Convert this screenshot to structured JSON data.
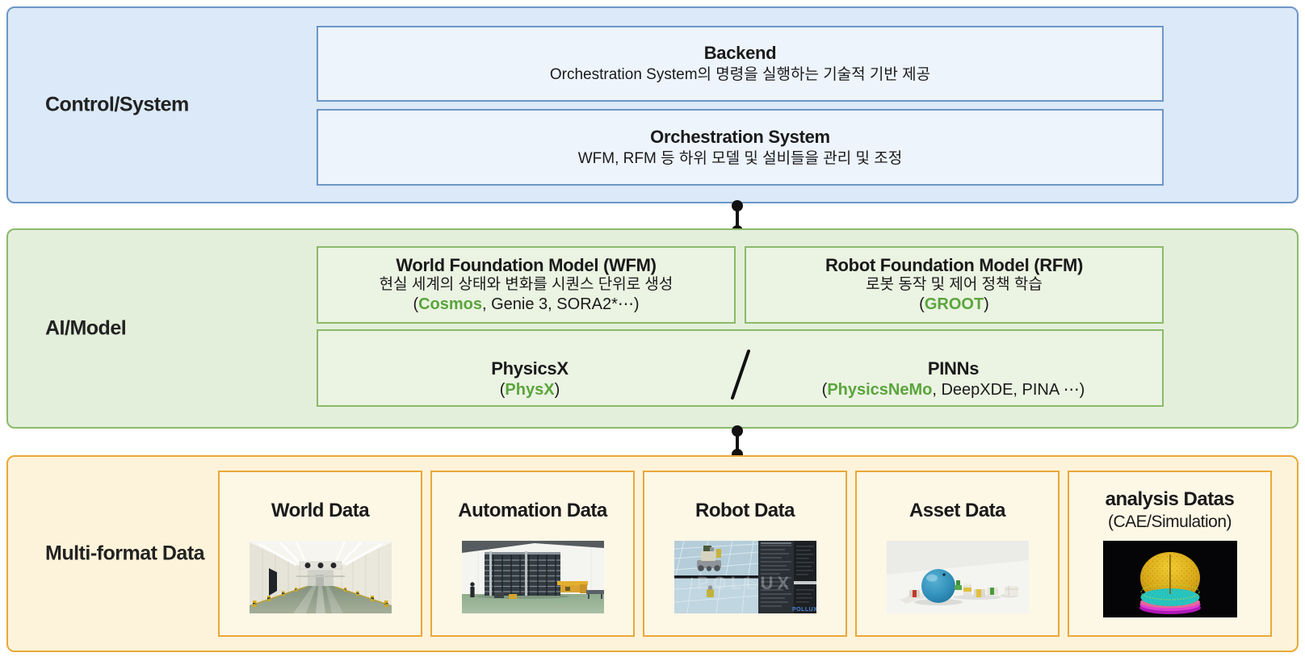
{
  "colors": {
    "blue_band_bg": "#dbe9f8",
    "blue_border": "#6d96c6",
    "blue_box_bg": "#edf4fc",
    "green_band_bg": "#e3efdb",
    "green_border": "#8bba6b",
    "green_box_bg": "#ebf3e2",
    "orange_band_bg": "#fdf3da",
    "orange_border": "#e9a838",
    "orange_box_bg": "#fdf7e6",
    "highlight_green": "#5aa53c"
  },
  "control_system": {
    "label": "Control/System",
    "backend": {
      "title": "Backend",
      "desc": "Orchestration System의 명령을 실행하는 기술적 기반 제공"
    },
    "orchestration": {
      "title": "Orchestration System",
      "desc": "WFM, RFM 등 하위 모델 및 설비들을 관리 및 조정"
    }
  },
  "ai_model": {
    "label": "AI/Model",
    "wfm": {
      "title": "World Foundation Model (WFM)",
      "desc": "현실 세계의 상태와 변화를 시퀀스 단위로 생성",
      "paren_open": "(",
      "highlight": "Cosmos",
      "paren_rest": ", Genie 3, SORA2*⋯)"
    },
    "rfm": {
      "title": "Robot Foundation Model (RFM)",
      "desc": "로봇 동작 및 제어 정책 학습",
      "paren_open": "(",
      "highlight": "GROOT",
      "paren_rest": ")"
    },
    "physics": {
      "left": {
        "title": "PhysicsX",
        "paren_open": "(",
        "highlight": "PhysX",
        "paren_rest": ")"
      },
      "divider": "/",
      "right": {
        "title": "PINNs",
        "paren_open": "(",
        "highlight": "PhysicsNeMo",
        "paren_rest": ", DeepXDE, PINA ⋯)"
      }
    }
  },
  "multi_format_data": {
    "label": "Multi-format Data",
    "items": [
      {
        "title": "World Data",
        "image": "warehouse-corridor-render"
      },
      {
        "title": "Automation Data",
        "image": "automated-storage-facility"
      },
      {
        "title": "Robot Data",
        "image": "robot-simulation-software",
        "watermark": "POLLUX",
        "logo": "POLLUX"
      },
      {
        "title": "Asset Data",
        "image": "3d-asset-objects"
      },
      {
        "title": "analysis Datas",
        "subtitle": "(CAE/Simulation)",
        "image": "cae-simulation-point-cloud"
      }
    ]
  }
}
